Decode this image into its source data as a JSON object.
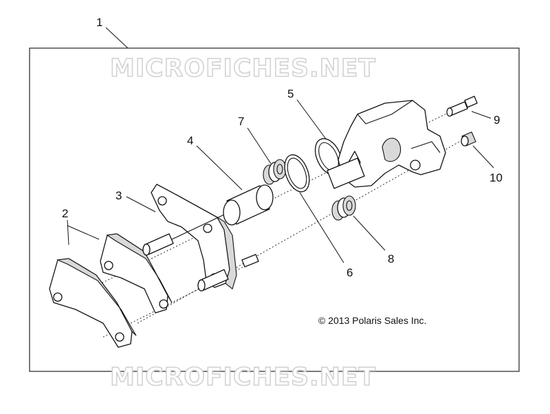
{
  "watermark": {
    "top": "MICROFICHES.NET",
    "bottom": "MICROFICHES.NET"
  },
  "copyright": "© 2013 Polaris Sales Inc.",
  "callouts": {
    "c1": "1",
    "c2": "2",
    "c3": "3",
    "c4": "4",
    "c5": "5",
    "c6": "6",
    "c7": "7",
    "c8": "8",
    "c9": "9",
    "c10": "10"
  }
}
